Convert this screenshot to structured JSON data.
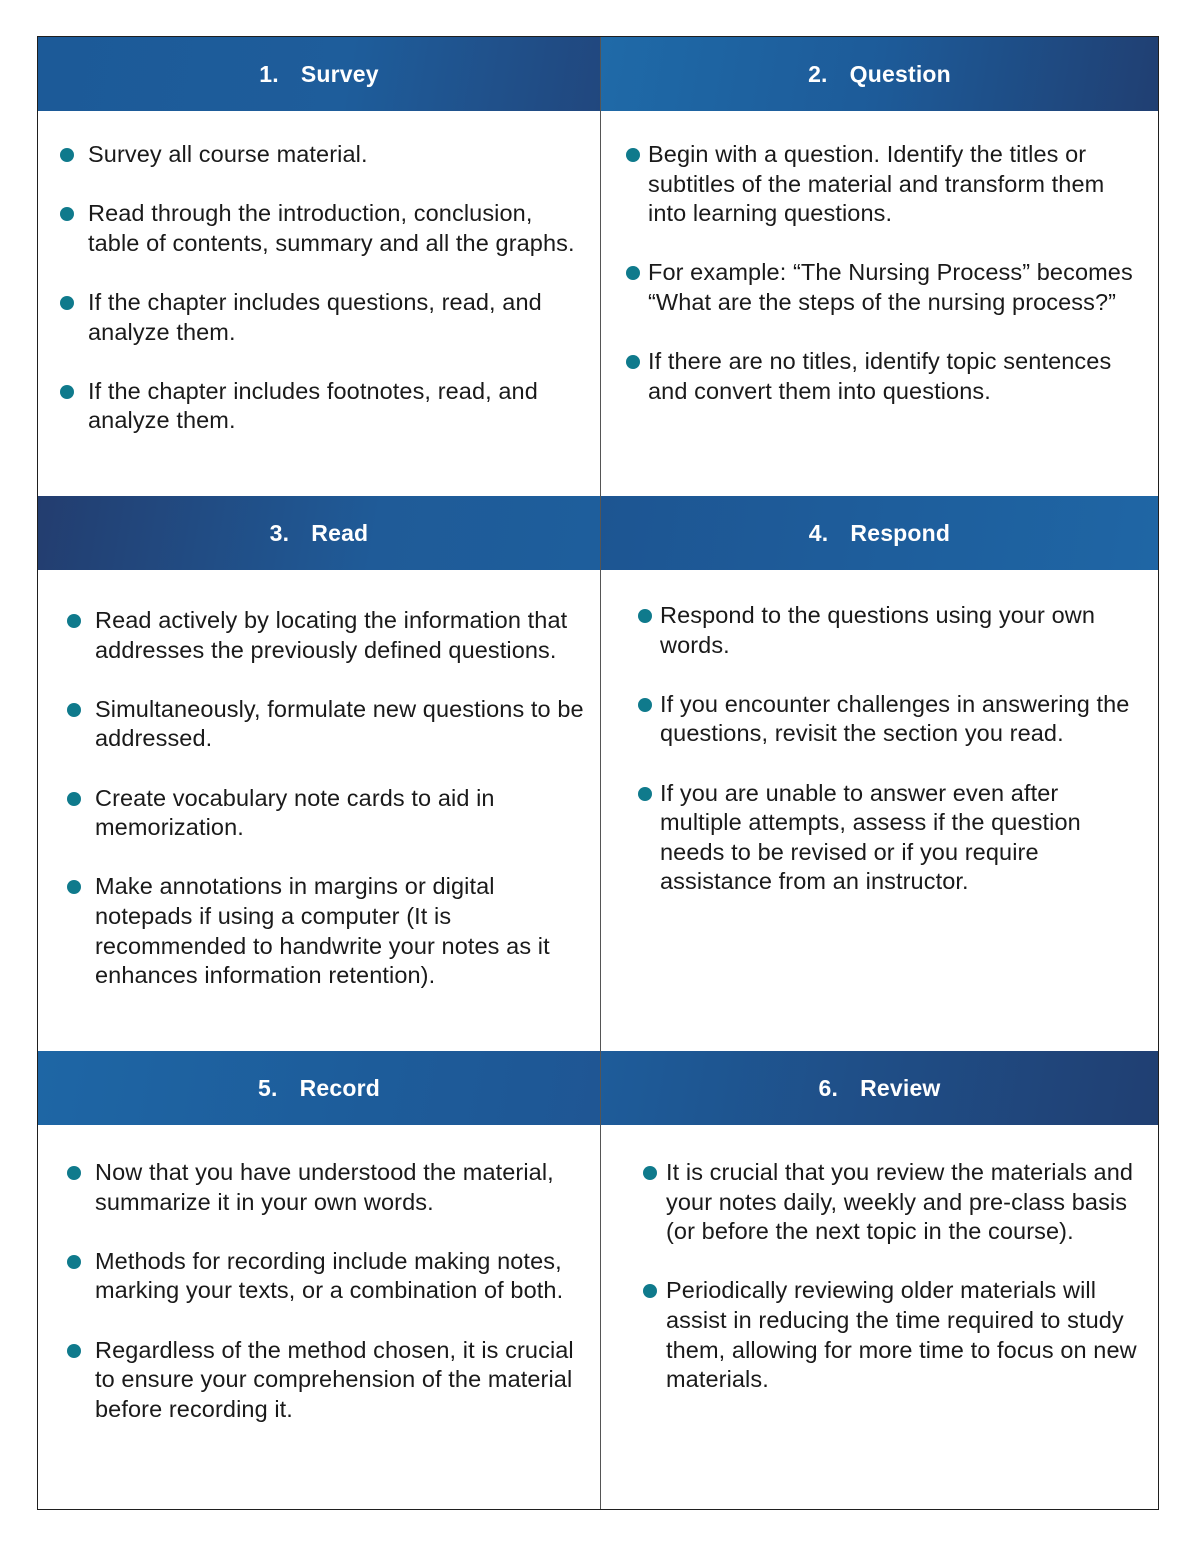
{
  "accent_color": "#0f7a8c",
  "header_color": "#1e5d9b",
  "sections": [
    {
      "number": "1.",
      "title": "Survey",
      "bullets": [
        "Survey all course material.",
        "Read through the introduction, conclusion, table of contents, summary and all the graphs.",
        "If the chapter includes questions, read, and analyze them.",
        "If the chapter includes footnotes, read, and analyze them."
      ]
    },
    {
      "number": "2.",
      "title": "Question",
      "bullets": [
        "Begin with a question. Identify the titles or subtitles of the material and transform them into learning questions.",
        "For example: “The Nursing Process” becomes “What are the steps of the nursing process?”",
        "If there are no titles, identify topic sentences and convert them into questions."
      ]
    },
    {
      "number": "3.",
      "title": "Read",
      "bullets": [
        "Read actively by locating the information that addresses the previously defined questions.",
        "Simultaneously, formulate new questions to be addressed.",
        "Create vocabulary note cards to aid in memorization.",
        "Make annotations in margins or digital notepads if using a computer (It is recommended to handwrite your notes as it enhances information retention)."
      ]
    },
    {
      "number": "4.",
      "title": "Respond",
      "bullets": [
        "Respond to the questions using your own words.",
        "If you encounter challenges in answering the questions, revisit the section you read.",
        "If you are unable to answer even after multiple attempts, assess if the question needs to be revised or if you require assistance from an instructor."
      ]
    },
    {
      "number": "5.",
      "title": "Record",
      "bullets": [
        "Now that you have understood the material, summarize it in your own words.",
        "Methods for recording include making notes, marking your texts, or a combination of both.",
        "Regardless of the method chosen, it is crucial to ensure your comprehension of the material before recording it."
      ]
    },
    {
      "number": "6.",
      "title": "Review",
      "bullets": [
        "It is crucial that you review the materials and your notes daily, weekly and pre-class basis (or before the next topic in the course).",
        "Periodically reviewing older materials will assist in reducing the time required to study them, allowing for more time to focus on new materials."
      ]
    }
  ]
}
